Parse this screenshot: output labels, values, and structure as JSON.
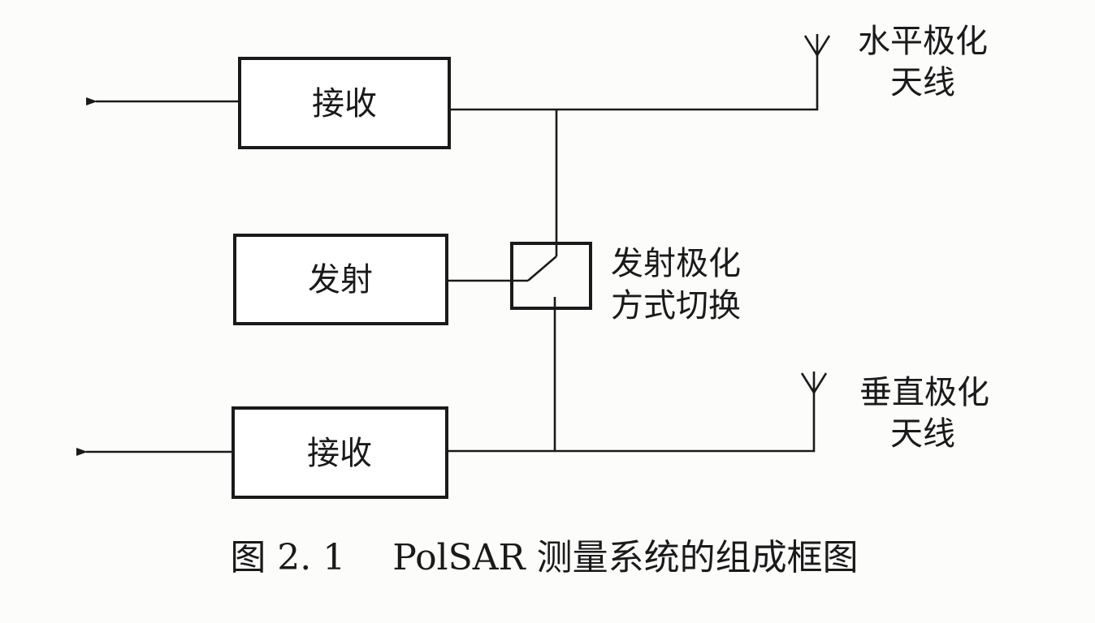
{
  "diagram": {
    "receiver_top_label": "接收",
    "transmitter_label": "发射",
    "receiver_bottom_label": "接收",
    "switch_label_line1": "发射极化",
    "switch_label_line2": "方式切换",
    "h_antenna_label_line1": "水平极化",
    "h_antenna_label_line2": "天线",
    "v_antenna_label_line1": "垂直极化",
    "v_antenna_label_line2": "天线"
  },
  "caption": {
    "text": "图 2. 1　 PolSAR 测量系统的组成框图"
  },
  "colors": {
    "ink": "#1a1a1a",
    "paper": "#fcfcfb"
  }
}
